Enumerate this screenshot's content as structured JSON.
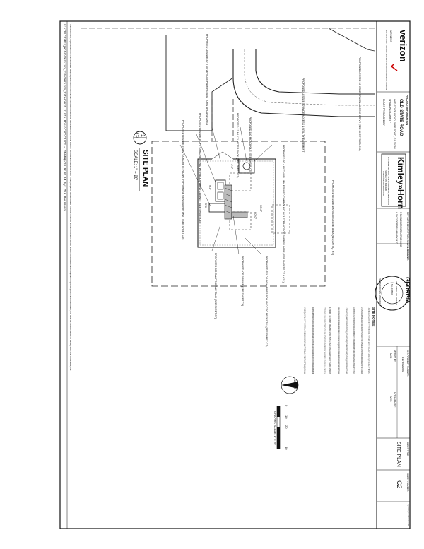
{
  "header": {
    "file_path": "G:\\TELCO\\Projects\\Verizon_235\\Verizon_Sites\\A3S Sinta Rosa\\CAD\\C2\\C2 — GS.dwg",
    "stamp": "06/18/20 9:30 AM  by: Tim.Berrmann"
  },
  "notice": "This document, together with the concepts and designs presented herein, as an instrument of service, is intended only for the specific purpose and client for which it was prepared. Reuse of and improper reliance on this document without written authorization and adaptation by Kimley-Horn and Associates, Inc. shall be without liability to Kimley-Horn and Associates, Inc.",
  "labels": {
    "parking": "PROPOSED LESSEE 30' x 45' VEHICLE PARKING AND TURN AROUND AREA",
    "easement": "PROPOSED LESSEE 30' WIDE ACCESS & UTILITY EASEMENT",
    "gravel_drive": "PROPOSED LESSEE 16' WIDE GRAVEL ACCESS DRIVE (SEE SHEETS C8-C10)",
    "lease_area": "PROPOSED LESSEE 100' x 100' LEASE AREA (±10,000 SQ. FT.)",
    "fence": "PROPOSED 60' x 60' CHAIN LINK FENCED COMPOUND W/ 3 STRANDS OF BARBED WIRE (SEE SHEETS C7 & C11)",
    "meter_rack": "PROPOSED 12' MULTI-METER RACK (SEE SHEET C7)",
    "concrete_pad": "PROPOSED LESSEE 10' x 4' CONCRETE PAD WITH EQUIPMENT CABINET (SEE SHEET C6)",
    "generator": "PROPOSED LESSEE 6' x 12' CONCRETE PAD WITH PROPANE GENERATOR ON IT (SEE SHEET C6)",
    "monopole": "PROPOSED 180' MONOPOLE (SEE SHEET C5)",
    "ice_bridge": "PROPOSED ICE BRIDGE (SEE SHEET C6)",
    "propane_tank": "PROPOSED 500 GAL PROPANE TANK (SEE SHEET C7)",
    "telco": "PROPOSED TELCO BOX, FIBER BOX AND CSC PEDESTAL (SEE SHEET C7)",
    "dim_30": "30'-0\"",
    "dim_60": "60'-0\"",
    "dim_4": "4'-0\"",
    "dim_9": "9'-0\"",
    "dim_5": "5'-0\""
  },
  "title_block": {
    "site_plan_title": "SITE PLAN",
    "scale": "SCALE: 1\" = 20'",
    "drawing_no": "1",
    "sheet_ref": "C2",
    "graphic_scale_label": "GRAPHIC SCALE: 1\" = 20'",
    "scale_ticks": [
      "0",
      "10",
      "20",
      "40"
    ],
    "north": "NORTH"
  },
  "site_notes": {
    "heading": "SITE NOTES:",
    "items": [
      "1. VERIZON WIRELESS STAFF SHALL COORDINATE WITH THE PROPERTY OWNER TO OBTAIN THE PROPER EASEMENT AGREEMENTS TO INSTALL, CONSTRUCT AND MAINTAIN EQUIPMENT IN AND AROUND THE TOWER COMPOUND.",
      "2. PROPOSED COMPOUND LAYOUT BASED ON SURVEY PROVIDED BY POINT TO POINT LAND SURVEYORS DATED 06/17/20 AND SITE VISIT ON 05/20/20.",
      "3. CONTRACTOR TO CONFIRM WITH VERIZON CONSTRUCTION MANAGER THAT THE EQUIPMENT SHOWN HAS BEEN ORDERED/SCHEDULED FOR DELIVERY TO THE SITE.",
      "4. THE BASE OF EQUIPMENT DESIGN INCLUDES ONE (1) RF CABINET, ONE (1) FUTURE BATTERY CABINET, AND ONE (1) FUTURE EXPANSION CABINET.",
      "5. GENERAL CONTRACTOR SHALL BE RESPONSIBLE FOR COORDINATING AND VERIFYING SCOPE OF WORK TO ACCOMMODATE ANY CHANGES IN THE EQUIPMENT SPECIFICATIONS. REVIEW AND COORDINATE ANY CHANGES WITH VERIZON WIRELESS CONSTRUCTION MANAGER.",
      "6. REFER TO TOWER MANUFACTURER FOR STRUCTURAL ANALYSIS BY TOWER OWNER.",
      "7. TOWER DRAWINGS ON THIS PLAN ARE FOR CONSTRUCTION OF THE ACCESS LOCATION. CONTRACTOR TO OBTAIN COPY OF TOWER ERECTION DRAWINGS, TOWER FOUNDATION DESIGN AND INSTALL TOWER PER PLANS.",
      "8. FASTEN PROPANE TANK SUPPORTS USING SIMPSON STRONG-TIE TITEN HD CONCRETE ANCHORS. MINIMUM EMBEDMENT TO BE 3\". PROPANE TANK SHALL BE 10'-0\" MIN. CLEAR DISTANCE FROM ANCHOR TO EDGE OF CONCRETE SLAB PER ANCHOR MANUFACTURER.",
      "9. IF PROPANE REQUIREMENTS CANNOT BE MET, THE CONTRACTOR SHALL NOTIFY VERIZON WIRELESS CONSTRUCTION MANAGER PRIOR TO INSTALLATION. CONTRACTOR TO SUBMIT APPROVAL AS REQUIRED BY LOCAL AHJ."
    ]
  },
  "firm": {
    "client": "verizon",
    "client_sub": "WIRELESS",
    "client_address": "1120 SANCTUARY PARKWAY, SUITE 150 GA5REG ALPHARETTA, GA 30009",
    "project_info_heading": "PROJECT INFORMATION",
    "site_name": "OLD STATE ROAD",
    "site_address": "OLD STATE ROAD FUSE ROAD, GA 30295",
    "site_location": "SPALDING COUNTY",
    "plans_prepared_by": "PLANS PREPARED BY:",
    "firm_name": "Kimley»Horn",
    "firm_address": "11720 AMBER PARK DRIVE, SUITE 600 ALPHARETTA, GEORGIA 30009",
    "firm_phone": "PHONE: (770) 619-4280",
    "firm_web": "WWW.KIMLEY-HORN.COM"
  },
  "revisions": {
    "header": "REV  DATE  DESCRIPTION  DRAWN  CHK  APV",
    "rows": [
      "0  06/18/20  CONSTRUCTION  MJC",
      "A  05/12/20  PRELIMINARY  MJC"
    ],
    "licensure": "LICENSURE:"
  },
  "seal": {
    "top": "GEORGIA",
    "name": "WILLIAM C SCHNEIDER",
    "number": "No. 030534",
    "type": "PROFESSIONAL ENGINEER"
  },
  "sheet_info": {
    "kha_project_label": "KHA PROJECT NUMBER:",
    "kha_project_number": "017550054",
    "drawn_by_label": "DRAWN BY:",
    "drawn_by": "MJC",
    "checked_by_label": "CHECKED BY:",
    "checked_by": "WCS",
    "sheet_title_label": "SHEET TITLE:",
    "sheet_title": "SITE PLAN",
    "sheet_number_label": "SHEET NUMBER:",
    "sheet_number": "C2"
  },
  "copyright": "Copyright Kimley-Horn and Associates, Inc., 2020"
}
